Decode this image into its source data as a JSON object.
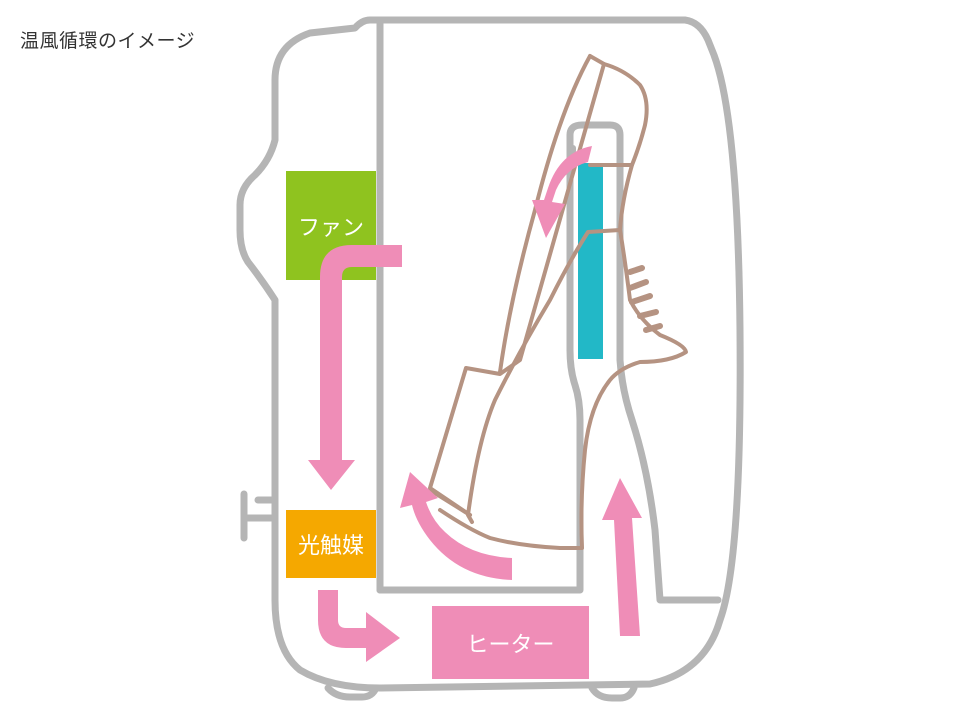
{
  "title": "温風循環のイメージ",
  "components": {
    "fan": {
      "label": "ファン",
      "color": "#8fc31f"
    },
    "photocatalyst": {
      "label": "光触媒",
      "color": "#f5a800"
    },
    "heater": {
      "label": "ヒーター",
      "color": "#ef8db7"
    },
    "sensor_bar": {
      "color": "#22b8c7"
    }
  },
  "colors": {
    "outline": "#b5b5b5",
    "airflow": "#ef8db7",
    "shoe": "#b59382",
    "title_text": "#333333"
  }
}
